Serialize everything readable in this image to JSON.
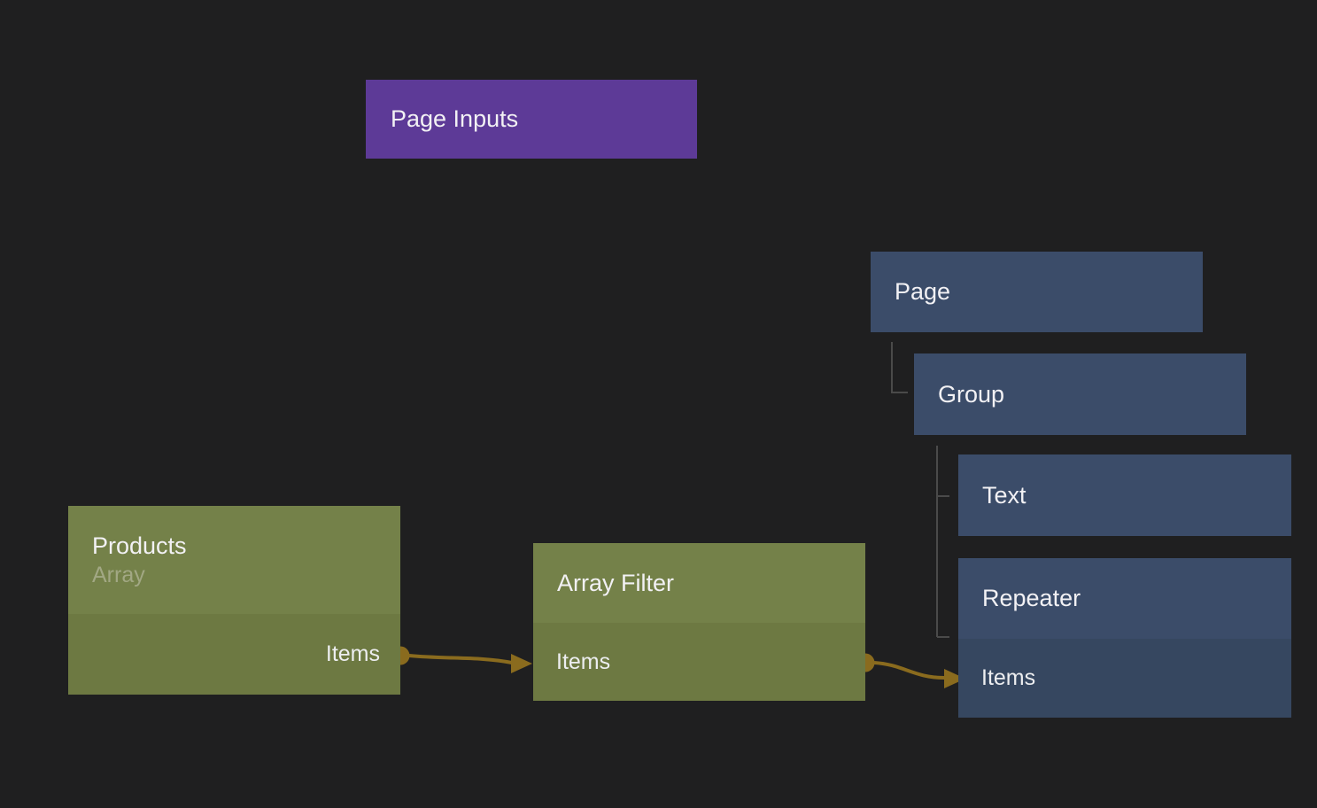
{
  "colors": {
    "background": "#1f1f20",
    "purple_node": "#5d3a97",
    "green_node_header": "#748149",
    "green_node_body": "#6d7942",
    "blue_node_header": "#3b4c69",
    "blue_node_body": "#364760",
    "wire": "#8a6b1e",
    "tree_line": "#4a4a4a",
    "title_text": "#f2f1f4",
    "subtitle_text": "#a2a884"
  },
  "nodes": {
    "page_inputs": {
      "title": "Page Inputs"
    },
    "products": {
      "title": "Products",
      "subtitle": "Array",
      "output_port_label": "Items"
    },
    "array_filter": {
      "title": "Array Filter",
      "input_port_label": "Items"
    },
    "page": {
      "title": "Page"
    },
    "group": {
      "title": "Group"
    },
    "text": {
      "title": "Text"
    },
    "repeater": {
      "title": "Repeater",
      "input_port_label": "Items"
    }
  }
}
